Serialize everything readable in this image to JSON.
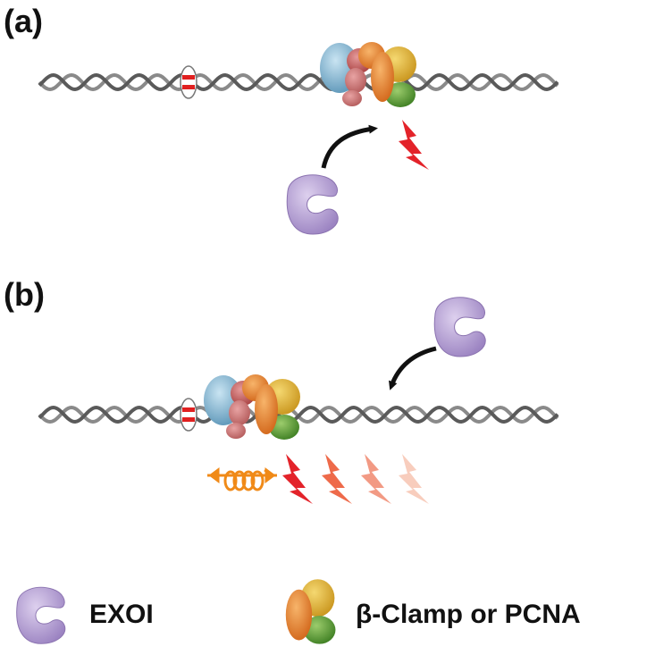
{
  "panels": [
    {
      "label": "(a)"
    },
    {
      "label": "(b)"
    }
  ],
  "legend": {
    "exoi_label": "EXOI",
    "clamp_label": "β-Clamp or PCNA"
  },
  "colors": {
    "dna_strand": "#8a8a8a",
    "dna_strand_dark": "#4f4f4f",
    "mismatch_red": "#e02020",
    "exoi_purple": "#b8a3d6",
    "clamp_orange": "#ee8a2c",
    "clamp_yellow": "#e9b72a",
    "clamp_green": "#5fa23a",
    "mutl_blue": "#86b8d4",
    "muts_red": "#c65a5a",
    "arrow_black": "#111111",
    "signal_red": "#e3232a",
    "spring_orange": "#f08a18"
  },
  "icons": [
    "exoi-icon",
    "clamp-icon",
    "mismatch-icon",
    "signal-bolt-icon",
    "spring-icon",
    "curved-arrow-icon"
  ]
}
